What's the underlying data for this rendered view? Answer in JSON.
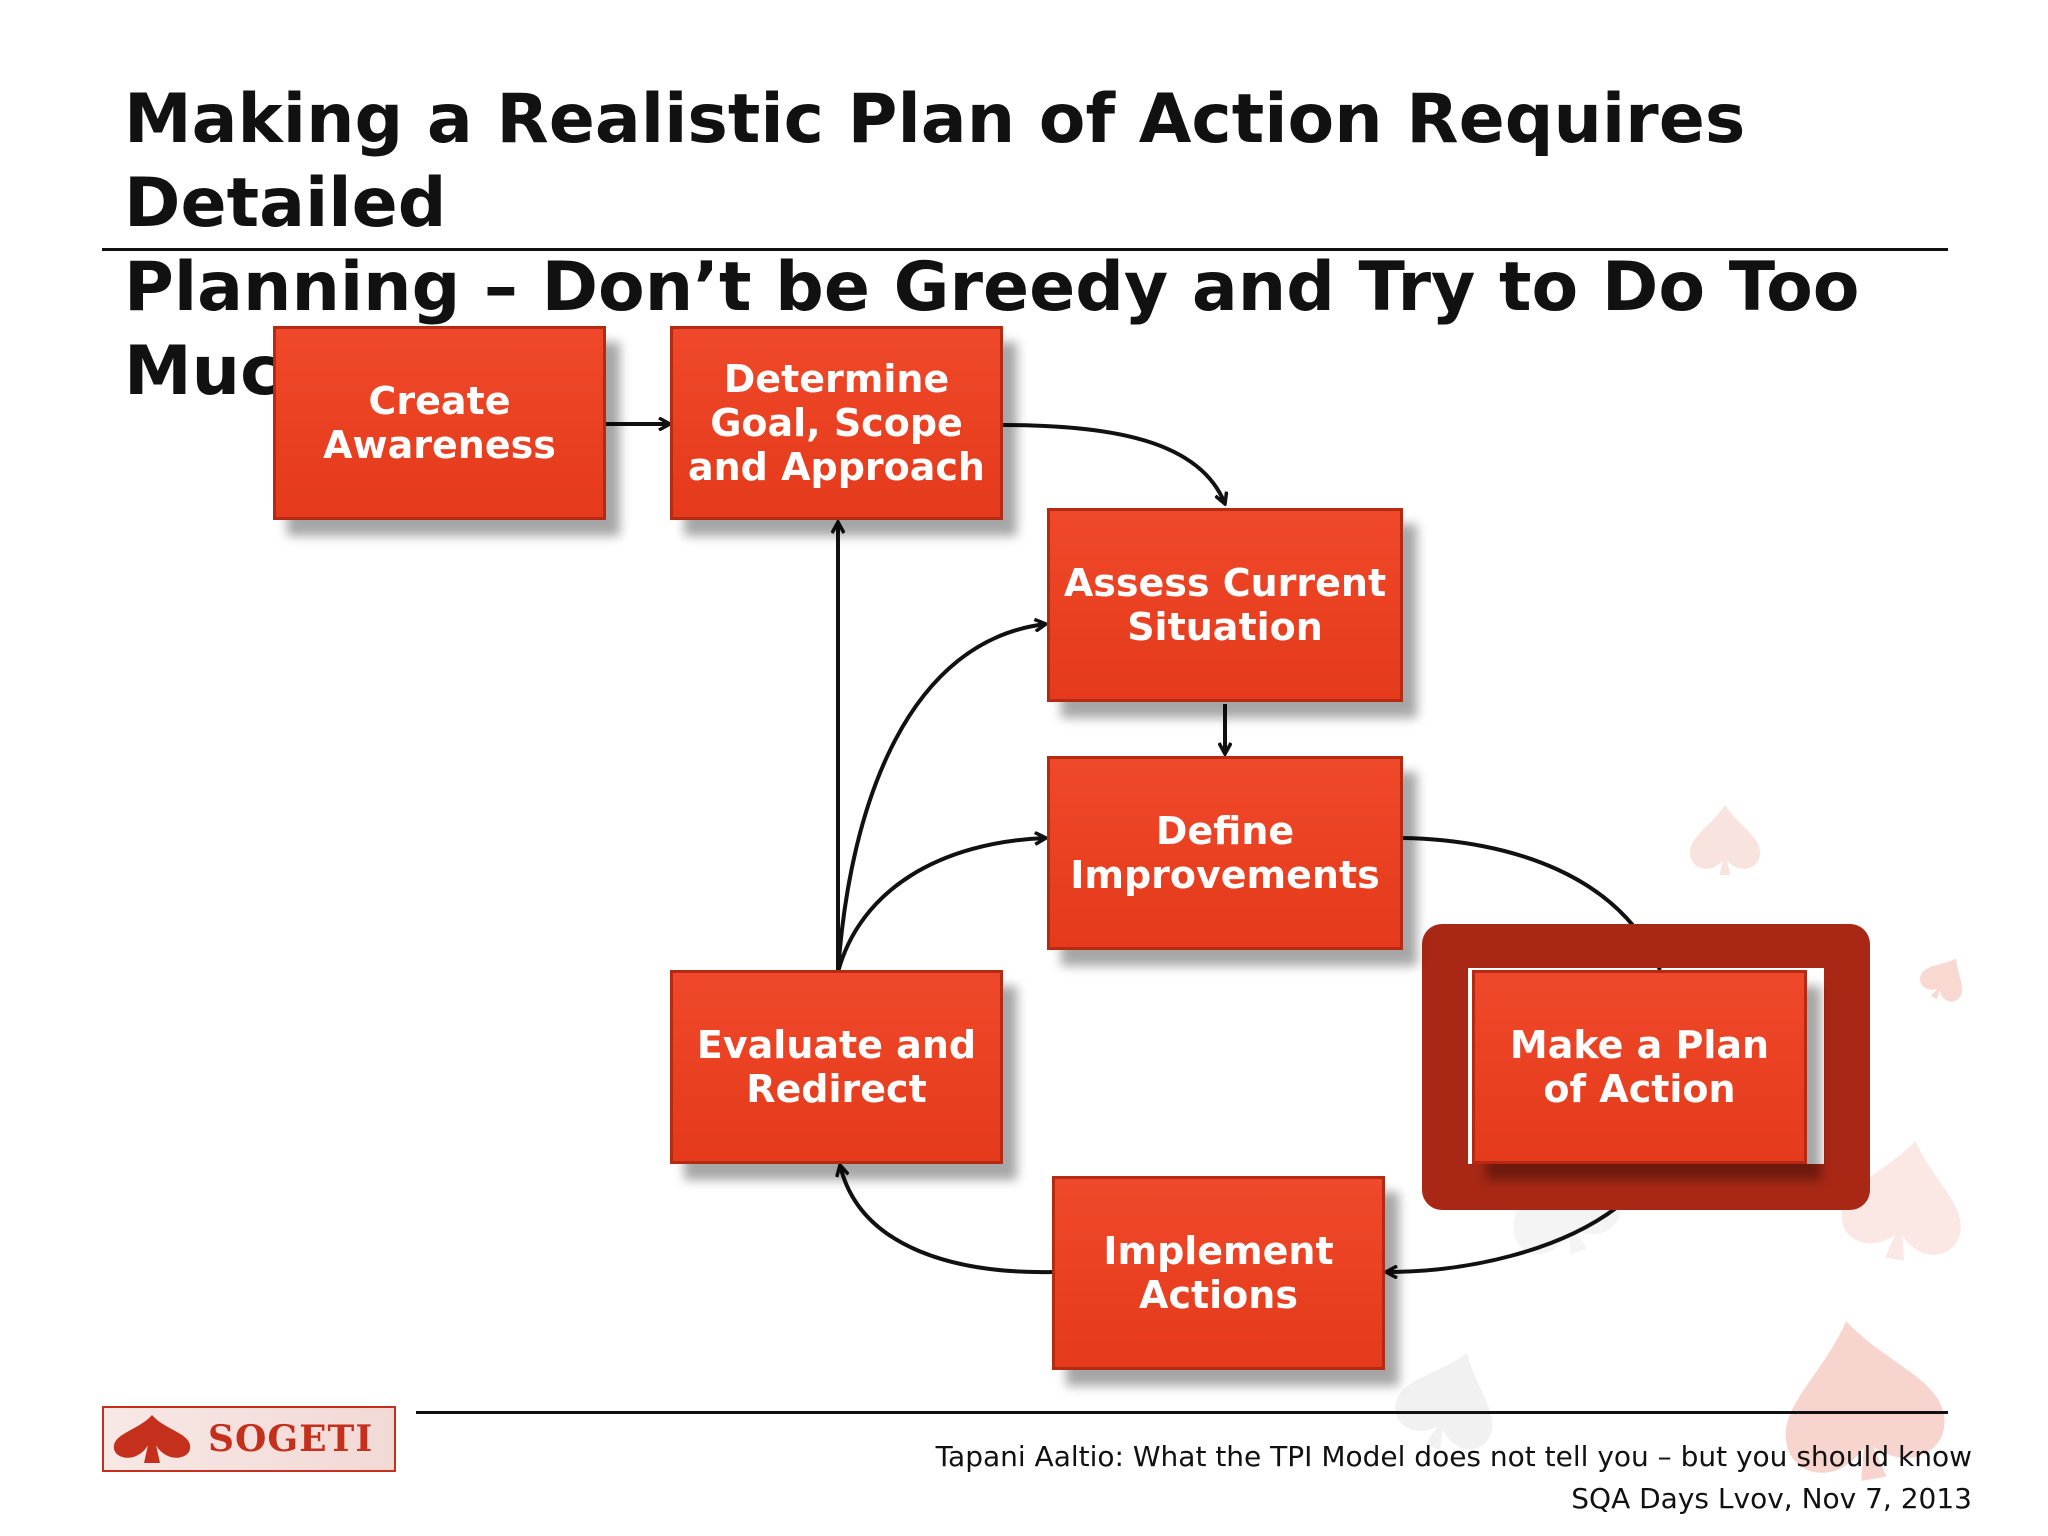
{
  "slide": {
    "title_line1": "Making a Realistic Plan of Action Requires Detailed",
    "title_line2": "Planning – Don’t be Greedy and Try to Do Too Much!"
  },
  "diagram": {
    "box_color": "#e8401f",
    "highlight_color": "#a82815",
    "boxes": {
      "create_awareness": [
        "Create",
        "Awareness"
      ],
      "determine_goal": [
        "Determine",
        "Goal, Scope",
        "and Approach"
      ],
      "assess_current": [
        "Assess Current",
        "Situation"
      ],
      "define_improvements": [
        "Define",
        "Improvements"
      ],
      "make_plan": [
        "Make a Plan",
        "of Action"
      ],
      "implement_actions": [
        "Implement",
        "Actions"
      ],
      "evaluate_redirect": [
        "Evaluate and",
        "Redirect"
      ]
    },
    "highlighted_step": "make_plan"
  },
  "logo": {
    "text": "SOGETI"
  },
  "footer": {
    "line1": "Tapani Aaltio: What the TPI Model does not tell you – but you should know",
    "line2": "SQA Days Lvov, Nov 7, 2013"
  }
}
